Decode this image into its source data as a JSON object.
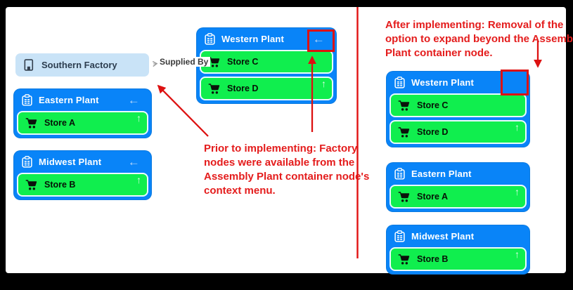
{
  "icons": {
    "collapse_arrow": "←",
    "up_arrow": "↑",
    "plant_icon_name": "assembly-plant-clipboard-icon",
    "factory_icon_name": "factory-building-icon",
    "store_icon_name": "shopping-cart-icon"
  },
  "colors": {
    "container_blue": "#0984f8",
    "store_green": "#10ee4e",
    "factory_light_blue": "#c9e3f7",
    "annotation_red": "#e41c1c",
    "highlight_red": "#dd1111",
    "divider_red": "#e11212"
  },
  "left_panel": {
    "western_plant": {
      "label": "Western Plant",
      "has_collapse_arrow": true,
      "stores": [
        {
          "label": "Store C",
          "up_arrow": false
        },
        {
          "label": "Store D",
          "up_arrow": true
        }
      ]
    },
    "southern_factory": {
      "label": "Southern Factory"
    },
    "supplied_by_label": "Supplied By",
    "eastern_plant": {
      "label": "Eastern Plant",
      "has_collapse_arrow": true,
      "stores": [
        {
          "label": "Store A",
          "up_arrow": true
        }
      ]
    },
    "midwest_plant": {
      "label": "Midwest Plant",
      "has_collapse_arrow": true,
      "stores": [
        {
          "label": "Store B",
          "up_arrow": true
        }
      ]
    },
    "annotation_lines": {
      "0": "Prior to implementing: Factory",
      "1": "nodes were available from the",
      "2": "Assembly Plant container node's",
      "3": "context menu."
    }
  },
  "right_panel": {
    "annotation_lines": {
      "0": "After implementing: Removal of the",
      "1": "option to expand beyond the Assembly",
      "2": "Plant container node."
    },
    "western_plant": {
      "label": "Western Plant",
      "has_collapse_arrow": false,
      "stores": [
        {
          "label": "Store C",
          "up_arrow": false
        },
        {
          "label": "Store D",
          "up_arrow": true
        }
      ]
    },
    "eastern_plant": {
      "label": "Eastern Plant",
      "has_collapse_arrow": false,
      "stores": [
        {
          "label": "Store A",
          "up_arrow": true
        }
      ]
    },
    "midwest_plant": {
      "label": "Midwest Plant",
      "has_collapse_arrow": false,
      "stores": [
        {
          "label": "Store B",
          "up_arrow": true
        }
      ]
    }
  }
}
